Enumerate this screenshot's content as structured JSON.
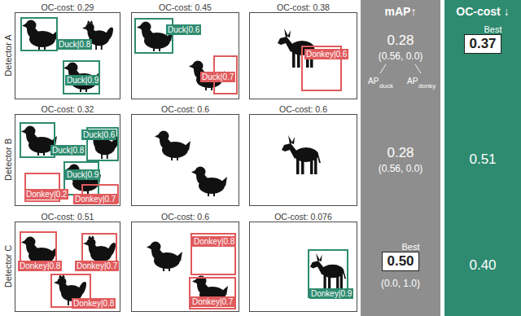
{
  "diagram": {
    "nodes": [
      {
        "text": [
          "OC-cost: 0.29"
        ]
      },
      {
        "text": [
          "Duck|0.8"
        ],
        "in": 0
      },
      {
        "text": [
          "Duck|0.9"
        ],
        "in": 0
      },
      {
        "text": [
          "OC-cost: 0.45"
        ]
      },
      {
        "text": [
          "Duck|0.6"
        ],
        "in": 3
      },
      {
        "text": [
          "Duck|0.7"
        ],
        "in": 3
      },
      {
        "text": [
          "OC-cost: 0.38"
        ]
      },
      {
        "text": [
          "Donkey|0.6"
        ],
        "in": 6
      },
      {
        "text": [
          "OC-cost: 0.32"
        ]
      },
      {
        "text": [
          "Duck|0.8"
        ],
        "in": 8
      },
      {
        "text": [
          "Duck|0.6"
        ],
        "in": 8
      },
      {
        "text": [
          "Duck|0.9"
        ],
        "in": 8
      },
      {
        "text": [
          "Donkey|0.2"
        ],
        "in": 8
      },
      {
        "text": [
          "Donkey|0.7"
        ],
        "in": 8
      },
      {
        "text": [
          "OC-cost: 0.6"
        ]
      },
      {
        "text": [
          "OC-cost: 0.6"
        ]
      },
      {
        "text": [
          "OC-cost: 0.51"
        ]
      },
      {
        "text": [
          "Donkey|0.8"
        ],
        "in": 16
      },
      {
        "text": [
          "Donkey|0.7"
        ],
        "in": 16
      },
      {
        "text": [
          "Donkey|0.8"
        ],
        "in": 16
      },
      {
        "text": [
          "OC-cost: 0.6"
        ]
      },
      {
        "text": [
          "Donkey|0.8"
        ],
        "in": 20
      },
      {
        "text": [
          "Donkey|0.7"
        ],
        "in": 20
      },
      {
        "text": [
          "OC-cost: 0.076"
        ]
      },
      {
        "text": [
          "Donkey|0.9"
        ],
        "in": 23
      },
      {
        "text": [
          "mAP↑",
          "0.28",
          "(0.56, 0.0)",
          "0.28",
          "(0.56, 0.0)",
          "(0.0, 1.0)"
        ]
      },
      {
        "text": [
          "Best",
          "0.50"
        ],
        "in": 25
      },
      {
        "text": [
          "OC-cost ↓",
          "0.51",
          "0.40"
        ]
      },
      {
        "text": [
          "Best",
          "0.37"
        ],
        "in": 27
      }
    ],
    "labels": [
      "Detector A",
      "Detector B",
      "Detector C",
      "AP",
      "duck",
      "AP",
      "donky"
    ]
  }
}
